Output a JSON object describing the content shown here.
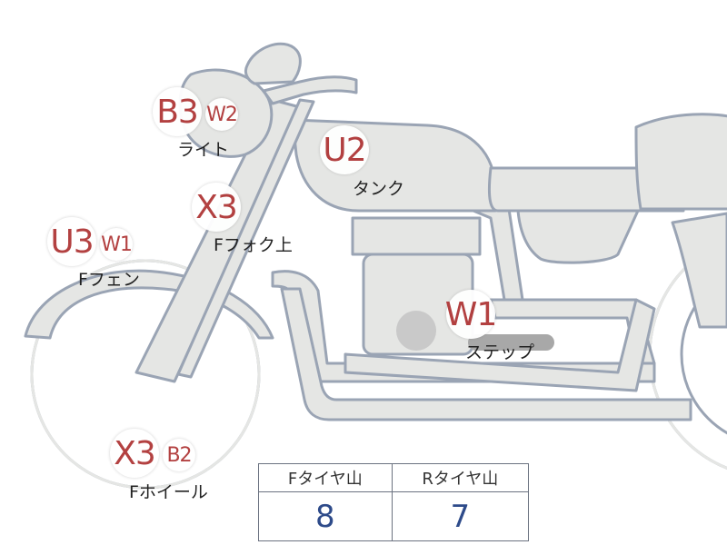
{
  "parts": [
    {
      "id": "light",
      "codes": [
        "B3",
        "W2"
      ],
      "label": "ライト"
    },
    {
      "id": "tank",
      "codes": [
        "U2"
      ],
      "label": "タンク"
    },
    {
      "id": "fork",
      "codes": [
        "X3"
      ],
      "label": "Fフォク上"
    },
    {
      "id": "fender",
      "codes": [
        "U3",
        "W1"
      ],
      "label": "Fフェン"
    },
    {
      "id": "step",
      "codes": [
        "W1"
      ],
      "label": "ステップ"
    },
    {
      "id": "wheel",
      "codes": [
        "X3",
        "B2"
      ],
      "label": "Fホイール"
    }
  ],
  "tread_table": {
    "headers": [
      "Fタイヤ山",
      "Rタイヤ山"
    ],
    "values": [
      "8",
      "7"
    ]
  },
  "colors": {
    "code_text": "#b03a3a",
    "value_text": "#2e4b8a",
    "bike_fill": "#e5e6e4",
    "bike_outline": "#9aa4b4"
  }
}
